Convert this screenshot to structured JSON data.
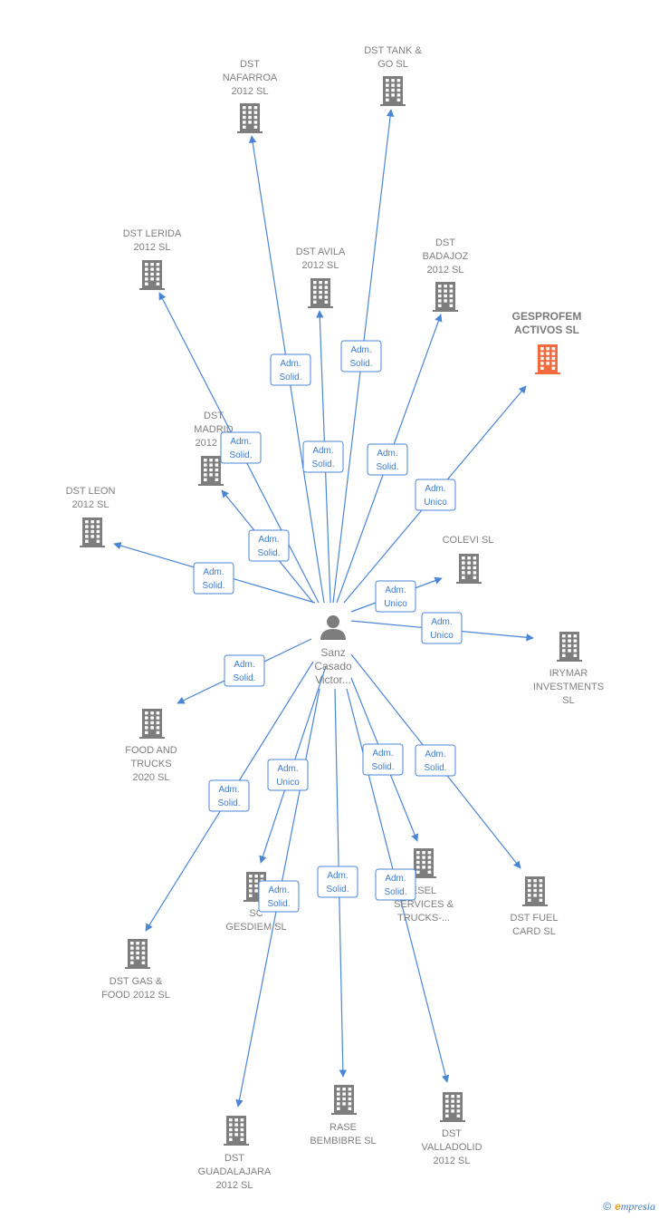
{
  "center": {
    "name_lines": [
      "Sanz",
      "Casado",
      "Victor..."
    ],
    "icon": "person-icon"
  },
  "colors": {
    "edge": "#4a86d6",
    "building": "#7d7d7d",
    "highlight": "#f26a3d"
  },
  "companies": [
    {
      "id": "dst-nafarroa",
      "lines": [
        "DST",
        "NAFARROA",
        "2012  SL"
      ],
      "rel": [
        "Adm.",
        "Solid."
      ],
      "highlight": false
    },
    {
      "id": "dst-tank-go",
      "lines": [
        "DST TANK &",
        "GO  SL"
      ],
      "rel": [
        "Adm.",
        "Solid."
      ],
      "highlight": false
    },
    {
      "id": "dst-lerida",
      "lines": [
        "DST LERIDA",
        "2012  SL"
      ],
      "rel": [
        "Adm.",
        "Solid."
      ],
      "highlight": false
    },
    {
      "id": "dst-avila",
      "lines": [
        "DST AVILA",
        "2012  SL"
      ],
      "rel": [
        "Adm.",
        "Solid."
      ],
      "highlight": false
    },
    {
      "id": "dst-badajoz",
      "lines": [
        "DST",
        "BADAJOZ",
        "2012  SL"
      ],
      "rel": [
        "Adm.",
        "Solid."
      ],
      "highlight": false
    },
    {
      "id": "gesprofem",
      "lines": [
        "GESPROFEM",
        "ACTIVOS  SL"
      ],
      "rel": [
        "Adm.",
        "Unico"
      ],
      "highlight": true
    },
    {
      "id": "dst-madrid",
      "lines": [
        "DST",
        "MADRID",
        "2012  SL"
      ],
      "rel": [
        "Adm.",
        "Solid."
      ],
      "highlight": false
    },
    {
      "id": "dst-leon",
      "lines": [
        "DST LEON",
        "2012  SL"
      ],
      "rel": [
        "Adm.",
        "Solid."
      ],
      "highlight": false
    },
    {
      "id": "colevi",
      "lines": [
        "COLEVI SL"
      ],
      "rel": [
        "Adm.",
        "Unico"
      ],
      "highlight": false
    },
    {
      "id": "irymar",
      "lines": [
        "IRYMAR",
        "INVESTMENTS",
        "SL"
      ],
      "rel": [
        "Adm.",
        "Unico"
      ],
      "highlight": false
    },
    {
      "id": "food-trucks",
      "lines": [
        "FOOD AND",
        "TRUCKS",
        "2020  SL"
      ],
      "rel": [
        "Adm.",
        "Solid."
      ],
      "highlight": false
    },
    {
      "id": "sc-gesdiem",
      "lines": [
        "SC",
        "GESDIEM  SL"
      ],
      "rel": [
        "Adm.",
        "Unico"
      ],
      "highlight": false
    },
    {
      "id": "diesel-services",
      "lines": [
        "ESEL",
        "SERVICES &",
        "TRUCKS-..."
      ],
      "rel": [
        "Adm.",
        "Solid."
      ],
      "highlight": false
    },
    {
      "id": "dst-fuel-card",
      "lines": [
        "DST FUEL",
        "CARD  SL"
      ],
      "rel": [
        "Adm.",
        "Solid."
      ],
      "highlight": false
    },
    {
      "id": "dst-gas-food",
      "lines": [
        "DST GAS &",
        "FOOD 2012  SL"
      ],
      "rel": [
        "Adm.",
        "Solid."
      ],
      "highlight": false
    },
    {
      "id": "dst-guadalajara",
      "lines": [
        "DST",
        "GUADALAJARA",
        "2012  SL"
      ],
      "rel": [
        "Adm.",
        "Solid."
      ],
      "highlight": false
    },
    {
      "id": "rase-bembibre",
      "lines": [
        "RASE",
        "BEMBIBRE  SL"
      ],
      "rel": [
        "Adm.",
        "Solid."
      ],
      "highlight": false
    },
    {
      "id": "dst-valladolid",
      "lines": [
        "DST",
        "VALLADOLID",
        "2012  SL"
      ],
      "rel": [
        "Adm.",
        "Solid."
      ],
      "highlight": false
    }
  ],
  "brand": {
    "copyright": "©",
    "e": "e",
    "rest": "mpresia"
  }
}
